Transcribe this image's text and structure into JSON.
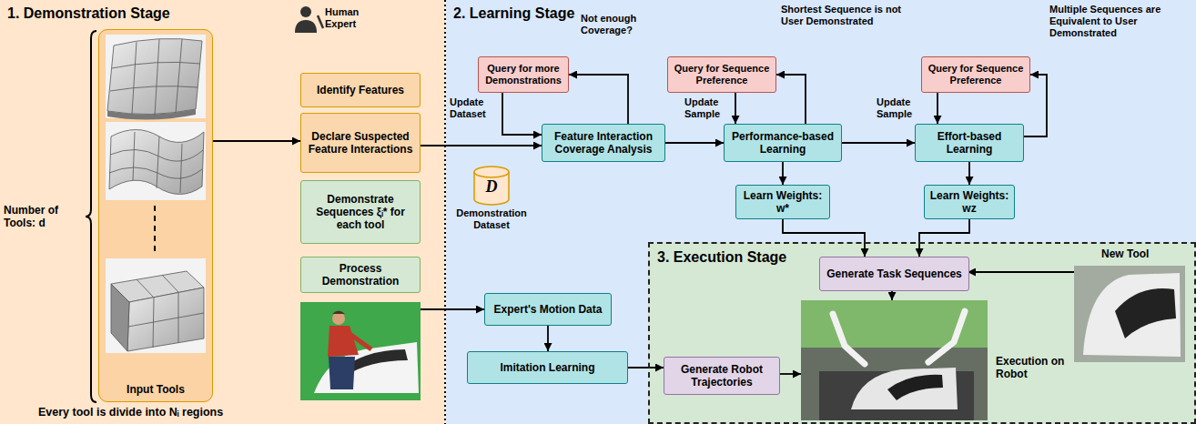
{
  "diagram": {
    "nodes": [
      {
        "text": [
          "1. Demonstration Stage"
        ]
      },
      {
        "text": [
          "Input Tools"
        ],
        "in": 0
      },
      {
        "text": [
          "Identify Features"
        ],
        "in": 0
      },
      {
        "text": [
          "Declare Suspected Feature Interactions"
        ],
        "in": 0
      },
      {
        "text": [
          "Demonstrate Sequences ξᵢ* for each tool"
        ],
        "in": 0
      },
      {
        "text": [
          "Process Demonstration"
        ],
        "in": 0
      },
      {
        "text": [
          "2. Learning Stage"
        ]
      },
      {
        "text": [
          "Query for more Demonstrations"
        ],
        "in": 6
      },
      {
        "text": [
          "Feature Interaction Coverage Analysis"
        ],
        "in": 6
      },
      {
        "text": [
          "Query for Sequence Preference"
        ],
        "in": 6
      },
      {
        "text": [
          "Performance-based Learning"
        ],
        "in": 6
      },
      {
        "text": [
          "Query for Sequence Preference"
        ],
        "in": 6
      },
      {
        "text": [
          "Effort-based Learning"
        ],
        "in": 6
      },
      {
        "text": [
          "Learn Weights: w*"
        ],
        "in": 6
      },
      {
        "text": [
          "Learn Weights: wz"
        ],
        "in": 6
      },
      {
        "text": [
          "D",
          "Demonstration Dataset"
        ],
        "in": 6
      },
      {
        "text": [
          "Expert's Motion Data"
        ],
        "in": 6
      },
      {
        "text": [
          "Imitation Learning"
        ],
        "in": 6
      },
      {
        "text": [
          "3. Execution Stage"
        ],
        "in": 6
      },
      {
        "text": [
          "Generate Task Sequences"
        ],
        "in": 18
      },
      {
        "text": [
          "Generate Robot Trajectories"
        ],
        "in": 18
      }
    ],
    "edges": [
      {
        "from": 1,
        "to": 3,
        "arrow": "to"
      },
      {
        "from": 3,
        "to": 8,
        "arrow": "to"
      },
      {
        "from": 8,
        "to": 7,
        "label": "Not enough Coverage?",
        "arrow": "to"
      },
      {
        "from": 7,
        "to": 8,
        "label": "Update Dataset",
        "arrow": "to"
      },
      {
        "from": 8,
        "to": 10,
        "arrow": "to"
      },
      {
        "from": 10,
        "to": 9,
        "label": "Shortest Sequence is not User Demonstrated",
        "arrow": "to"
      },
      {
        "from": 9,
        "to": 10,
        "label": "Update Sample",
        "arrow": "to"
      },
      {
        "from": 10,
        "to": 12,
        "arrow": "to"
      },
      {
        "from": 12,
        "to": 11,
        "label": "Multiple Sequences are Equivalent to User Demonstrated",
        "arrow": "to"
      },
      {
        "from": 11,
        "to": 12,
        "label": "Update Sample",
        "arrow": "to"
      },
      {
        "from": 10,
        "to": 13,
        "arrow": "to"
      },
      {
        "from": 12,
        "to": 14,
        "arrow": "to"
      },
      {
        "from": 13,
        "to": 19,
        "arrow": "to"
      },
      {
        "from": 14,
        "to": 19,
        "arrow": "to"
      },
      {
        "from": 16,
        "to": 17,
        "arrow": "to"
      },
      {
        "from": 17,
        "to": 20,
        "arrow": "to"
      }
    ],
    "labels": [
      "Human Expert",
      "Number of Tools: d",
      "Every tool is divide into Nᵢ regions",
      "New Tool",
      "Execution on Robot"
    ]
  }
}
